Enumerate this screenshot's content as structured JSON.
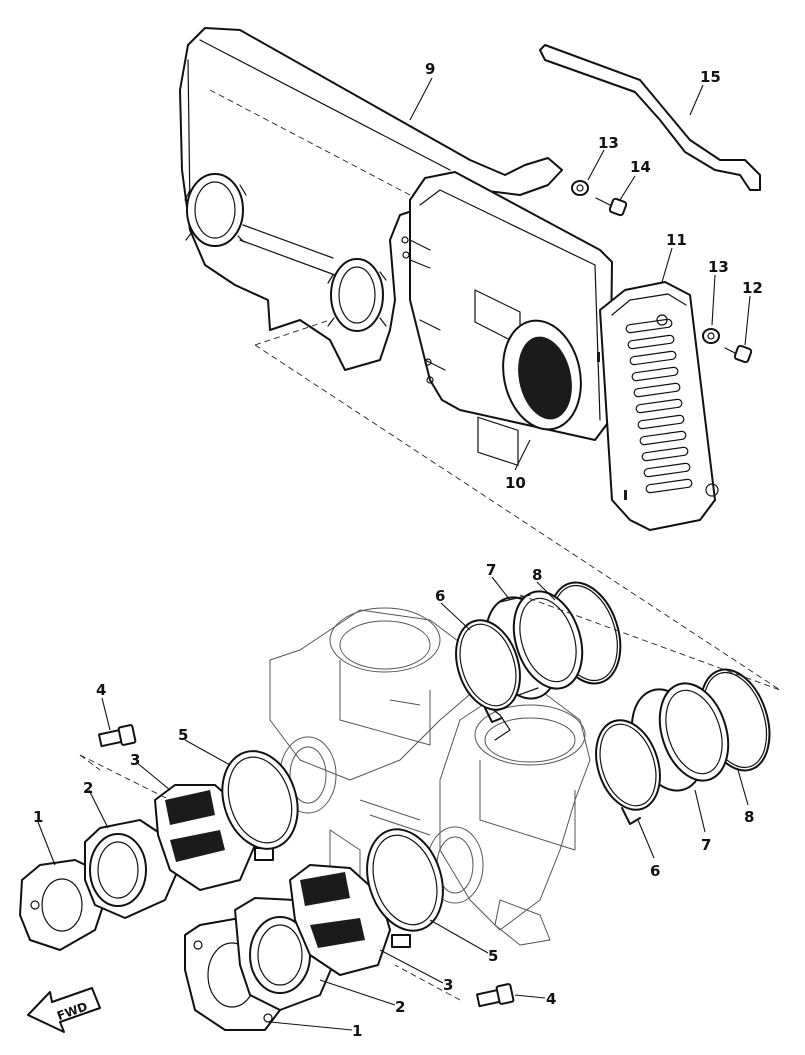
{
  "callouts": {
    "c1a": "1",
    "c1b": "1",
    "c2a": "2",
    "c2b": "2",
    "c3a": "3",
    "c3b": "3",
    "c4a": "4",
    "c4b": "4",
    "c5a": "5",
    "c5b": "5",
    "c6a": "6",
    "c6b": "6",
    "c7a": "7",
    "c7b": "7",
    "c8a": "8",
    "c8b": "8",
    "c9": "9",
    "c10": "10",
    "c11": "11",
    "c12": "12",
    "c13a": "13",
    "c13b": "13",
    "c14": "14",
    "c15": "15"
  },
  "fwd_label": "FWD"
}
